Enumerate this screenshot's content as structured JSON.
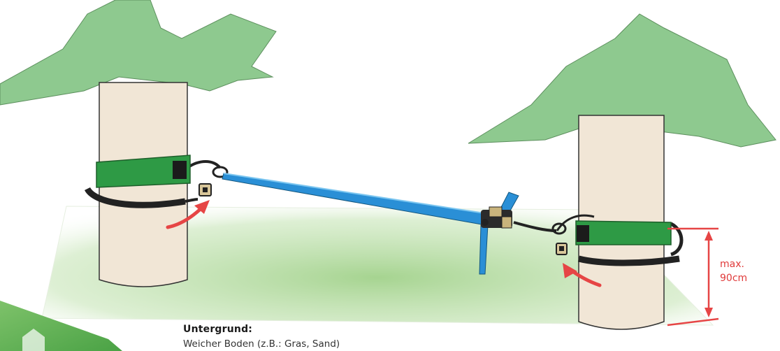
{
  "ground": {
    "heading": "Untergrund:",
    "description": "Weicher Boden (z.B.: Gras, Sand)"
  },
  "measurement": {
    "line1": "max.",
    "line2": "90cm"
  },
  "colors": {
    "canopy": "#8ec98f",
    "trunk": "#f1e6d6",
    "strap_green": "#2e9a45",
    "slackline_blue": "#2a8fd6",
    "arrow_red": "#e64545",
    "ground": "#bfe0b0"
  }
}
